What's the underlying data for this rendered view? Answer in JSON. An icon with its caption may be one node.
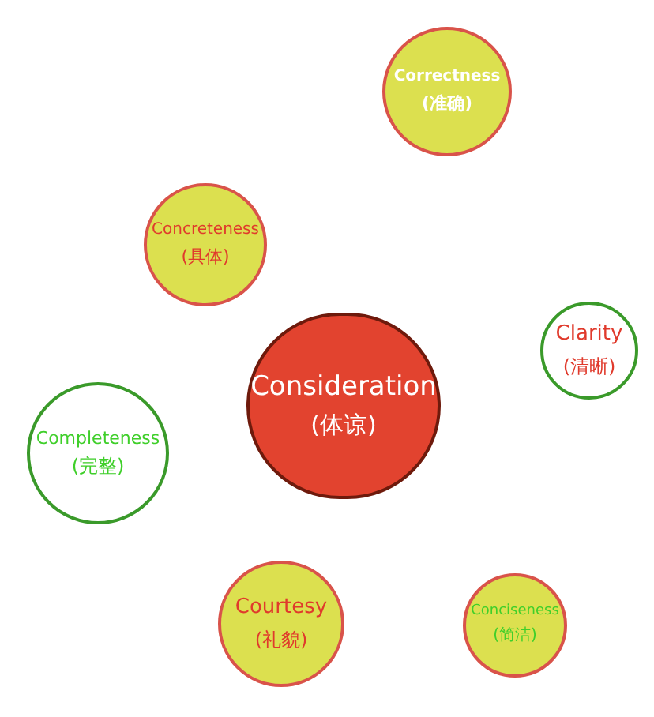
{
  "diagram": {
    "nodes": [
      {
        "text": [
          "Correctness",
          "(准确)"
        ]
      },
      {
        "text": [
          "Concreteness",
          "(具体)"
        ]
      },
      {
        "text": [
          "Clarity",
          "(清晰)"
        ]
      },
      {
        "text": [
          "Consideration",
          "(体谅)"
        ]
      },
      {
        "text": [
          "Completeness",
          "(完整)"
        ]
      },
      {
        "text": [
          "Courtesy",
          "(礼貌)"
        ]
      },
      {
        "text": [
          "Conciseness",
          "(简洁)"
        ]
      }
    ]
  }
}
